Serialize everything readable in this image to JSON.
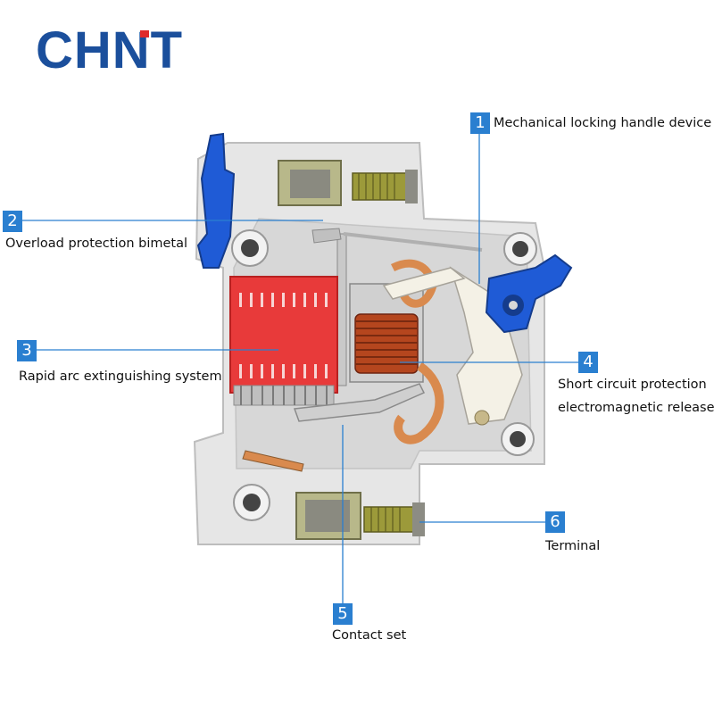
{
  "brand": {
    "logo_text": "CHNT",
    "logo_color": "#1b4f9c",
    "logo_accent": "#e02a2a"
  },
  "callouts": [
    {
      "number": "1",
      "label": "Mechanical locking handle device"
    },
    {
      "number": "2",
      "label": "Overload protection bimetal"
    },
    {
      "number": "3",
      "label": "Rapid arc extinguishing system"
    },
    {
      "number": "4",
      "label": "Short circuit protection",
      "label_line2": "electromagnetic release"
    },
    {
      "number": "5",
      "label": "Contact set"
    },
    {
      "number": "6",
      "label": "Terminal"
    }
  ],
  "colors": {
    "badge": "#2a7fd0",
    "leader_line": "#2a7fd0",
    "housing": "#e6e6e6",
    "arc_chute": "#e83a3a",
    "handle": "#1f5bd6",
    "coil": "#b5461e"
  }
}
